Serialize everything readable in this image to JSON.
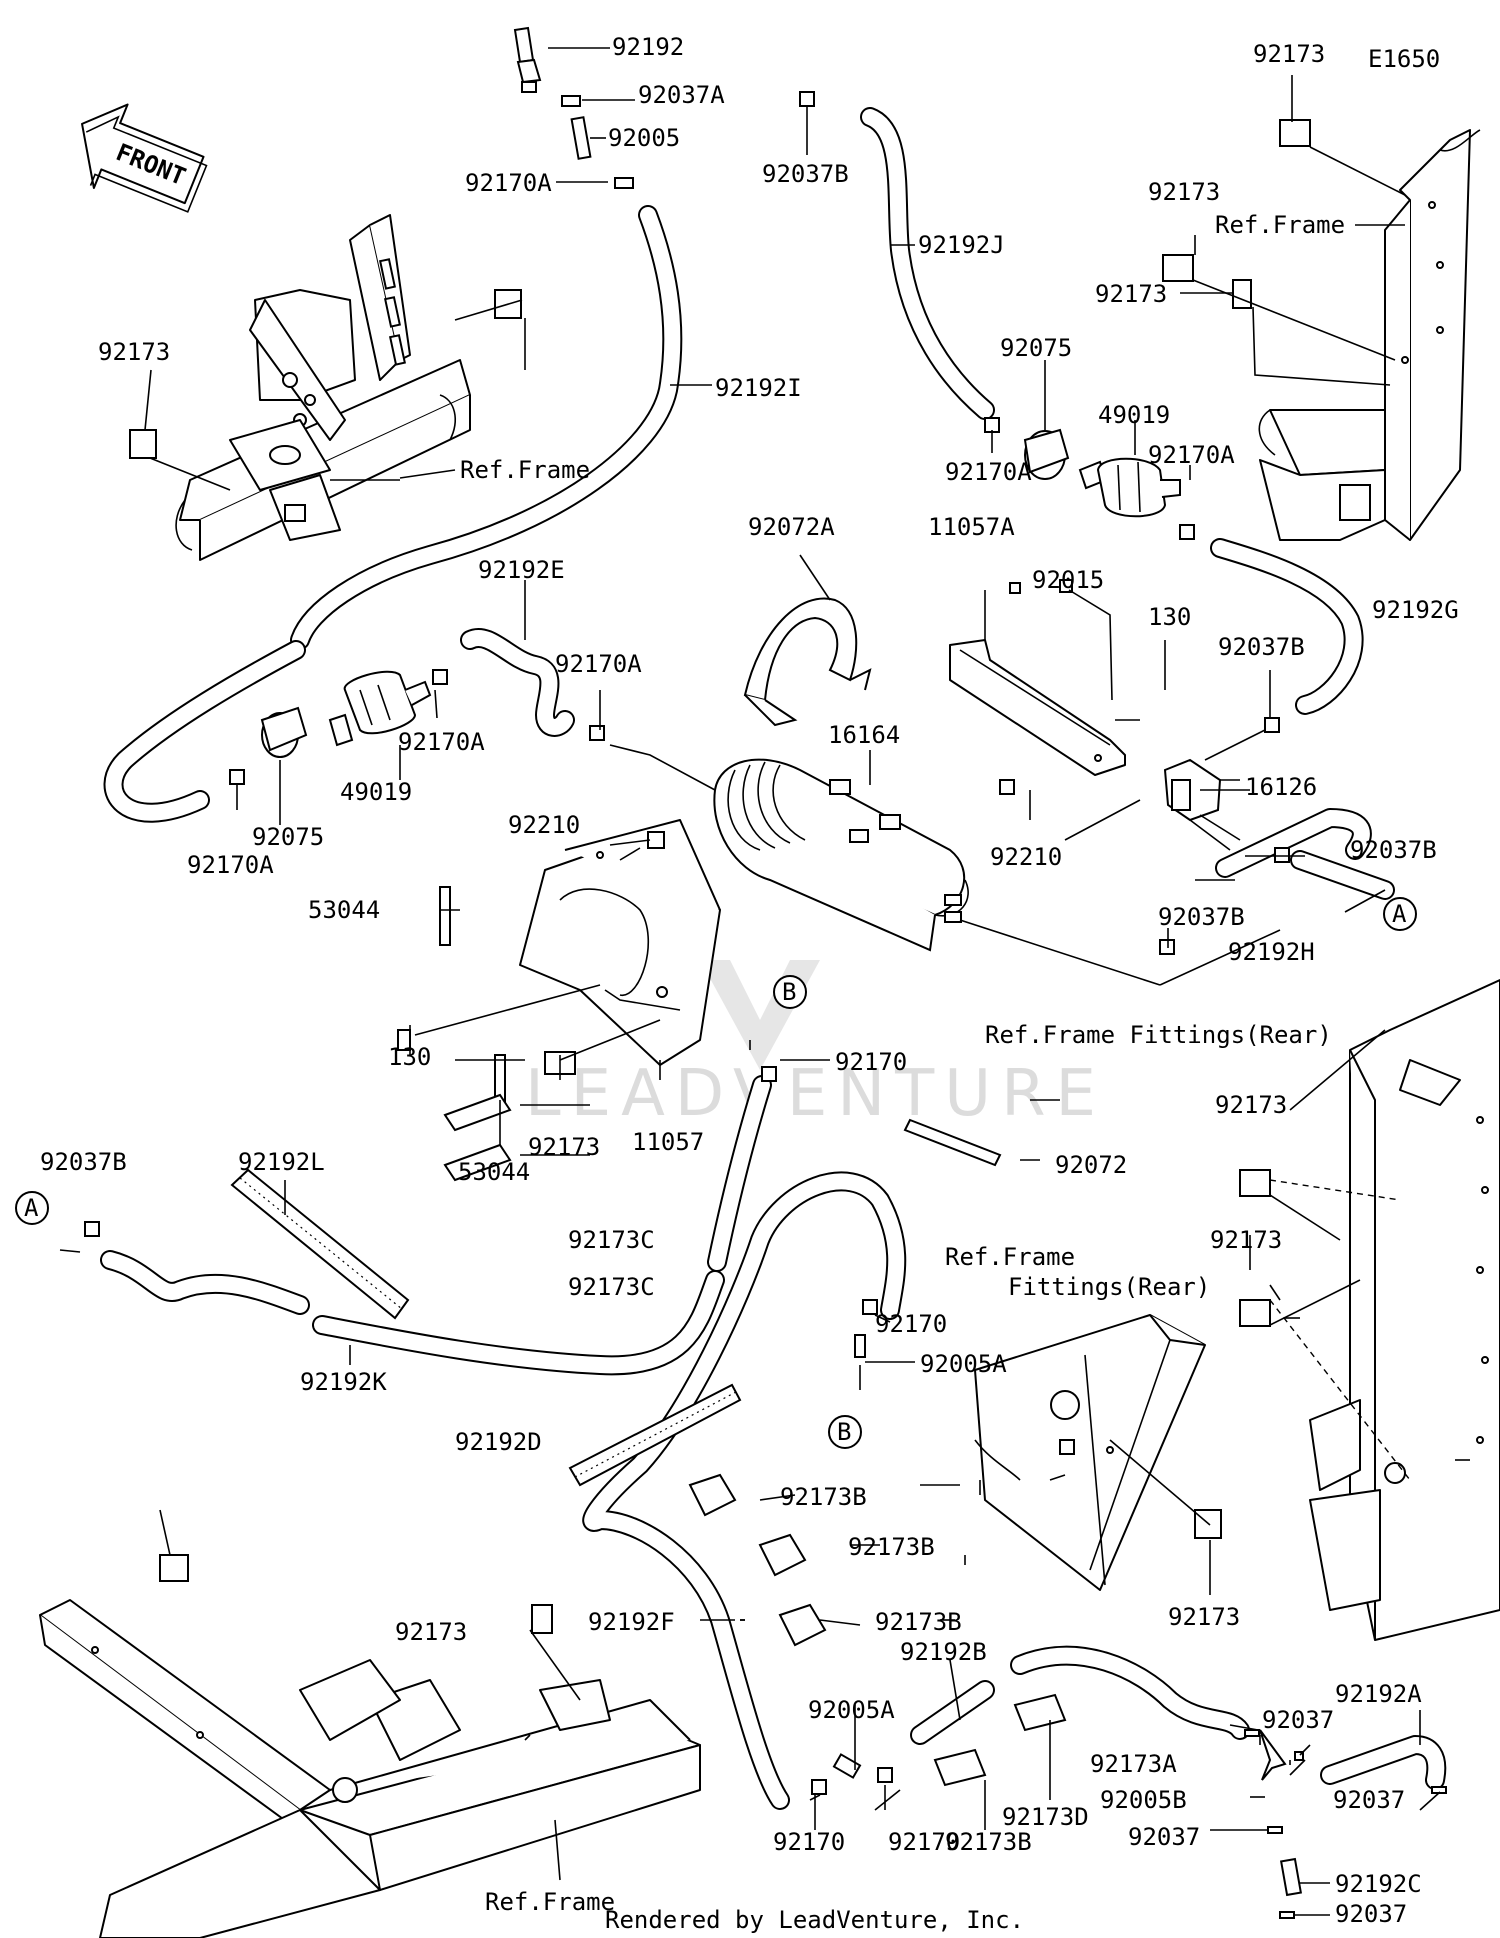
{
  "diagram_code": "E1650",
  "front_label": "FRONT",
  "watermark": "LEADVENTURE",
  "footer": "Rendered by LeadVenture, Inc.",
  "ref_labels": {
    "frame_top_left": "Ref.Frame",
    "frame_top_right": "Ref.Frame",
    "frame_bottom": "Ref.Frame",
    "fittings_rear_1": "Ref.Frame Fittings(Rear)",
    "fittings_rear_2a": "Ref.Frame",
    "fittings_rear_2b": "Fittings(Rear)"
  },
  "callouts": {
    "A_left": "A",
    "A_right": "A",
    "B_top": "B",
    "B_bottom": "B"
  },
  "parts": [
    {
      "label": "92192"
    },
    {
      "label": "92037A"
    },
    {
      "label": "92005"
    },
    {
      "label": "92170A"
    },
    {
      "label": "92037B"
    },
    {
      "label": "92192J"
    },
    {
      "label": "92173"
    },
    {
      "label": "92173"
    },
    {
      "label": "92173"
    },
    {
      "label": "92173"
    },
    {
      "label": "92192I"
    },
    {
      "label": "92075"
    },
    {
      "label": "49019"
    },
    {
      "label": "92170A"
    },
    {
      "label": "92170A"
    },
    {
      "label": "92192E"
    },
    {
      "label": "92170A"
    },
    {
      "label": "92072A"
    },
    {
      "label": "11057A"
    },
    {
      "label": "92015"
    },
    {
      "label": "130"
    },
    {
      "label": "92037B"
    },
    {
      "label": "92192G"
    },
    {
      "label": "16164"
    },
    {
      "label": "16126"
    },
    {
      "label": "92170A"
    },
    {
      "label": "49019"
    },
    {
      "label": "92075"
    },
    {
      "label": "92170A"
    },
    {
      "label": "92210"
    },
    {
      "label": "92210"
    },
    {
      "label": "92037B"
    },
    {
      "label": "92037B"
    },
    {
      "label": "53044"
    },
    {
      "label": "92192H"
    },
    {
      "label": "130"
    },
    {
      "label": "92170"
    },
    {
      "label": "92072"
    },
    {
      "label": "92173"
    },
    {
      "label": "11057"
    },
    {
      "label": "53044"
    },
    {
      "label": "92037B"
    },
    {
      "label": "92192L"
    },
    {
      "label": "92173C"
    },
    {
      "label": "92173C"
    },
    {
      "label": "92192K"
    },
    {
      "label": "92170"
    },
    {
      "label": "92005A"
    },
    {
      "label": "92192D"
    },
    {
      "label": "92173"
    },
    {
      "label": "92173"
    },
    {
      "label": "92173B"
    },
    {
      "label": "92173B"
    },
    {
      "label": "92173B"
    },
    {
      "label": "92192F"
    },
    {
      "label": "92192B"
    },
    {
      "label": "92173"
    },
    {
      "label": "92005A"
    },
    {
      "label": "92192A"
    },
    {
      "label": "92037"
    },
    {
      "label": "92173A"
    },
    {
      "label": "92037"
    },
    {
      "label": "92005B"
    },
    {
      "label": "92037"
    },
    {
      "label": "92170"
    },
    {
      "label": "92170"
    },
    {
      "label": "92173B"
    },
    {
      "label": "92173D"
    },
    {
      "label": "92192C"
    },
    {
      "label": "92037"
    },
    {
      "label": "92173"
    }
  ]
}
